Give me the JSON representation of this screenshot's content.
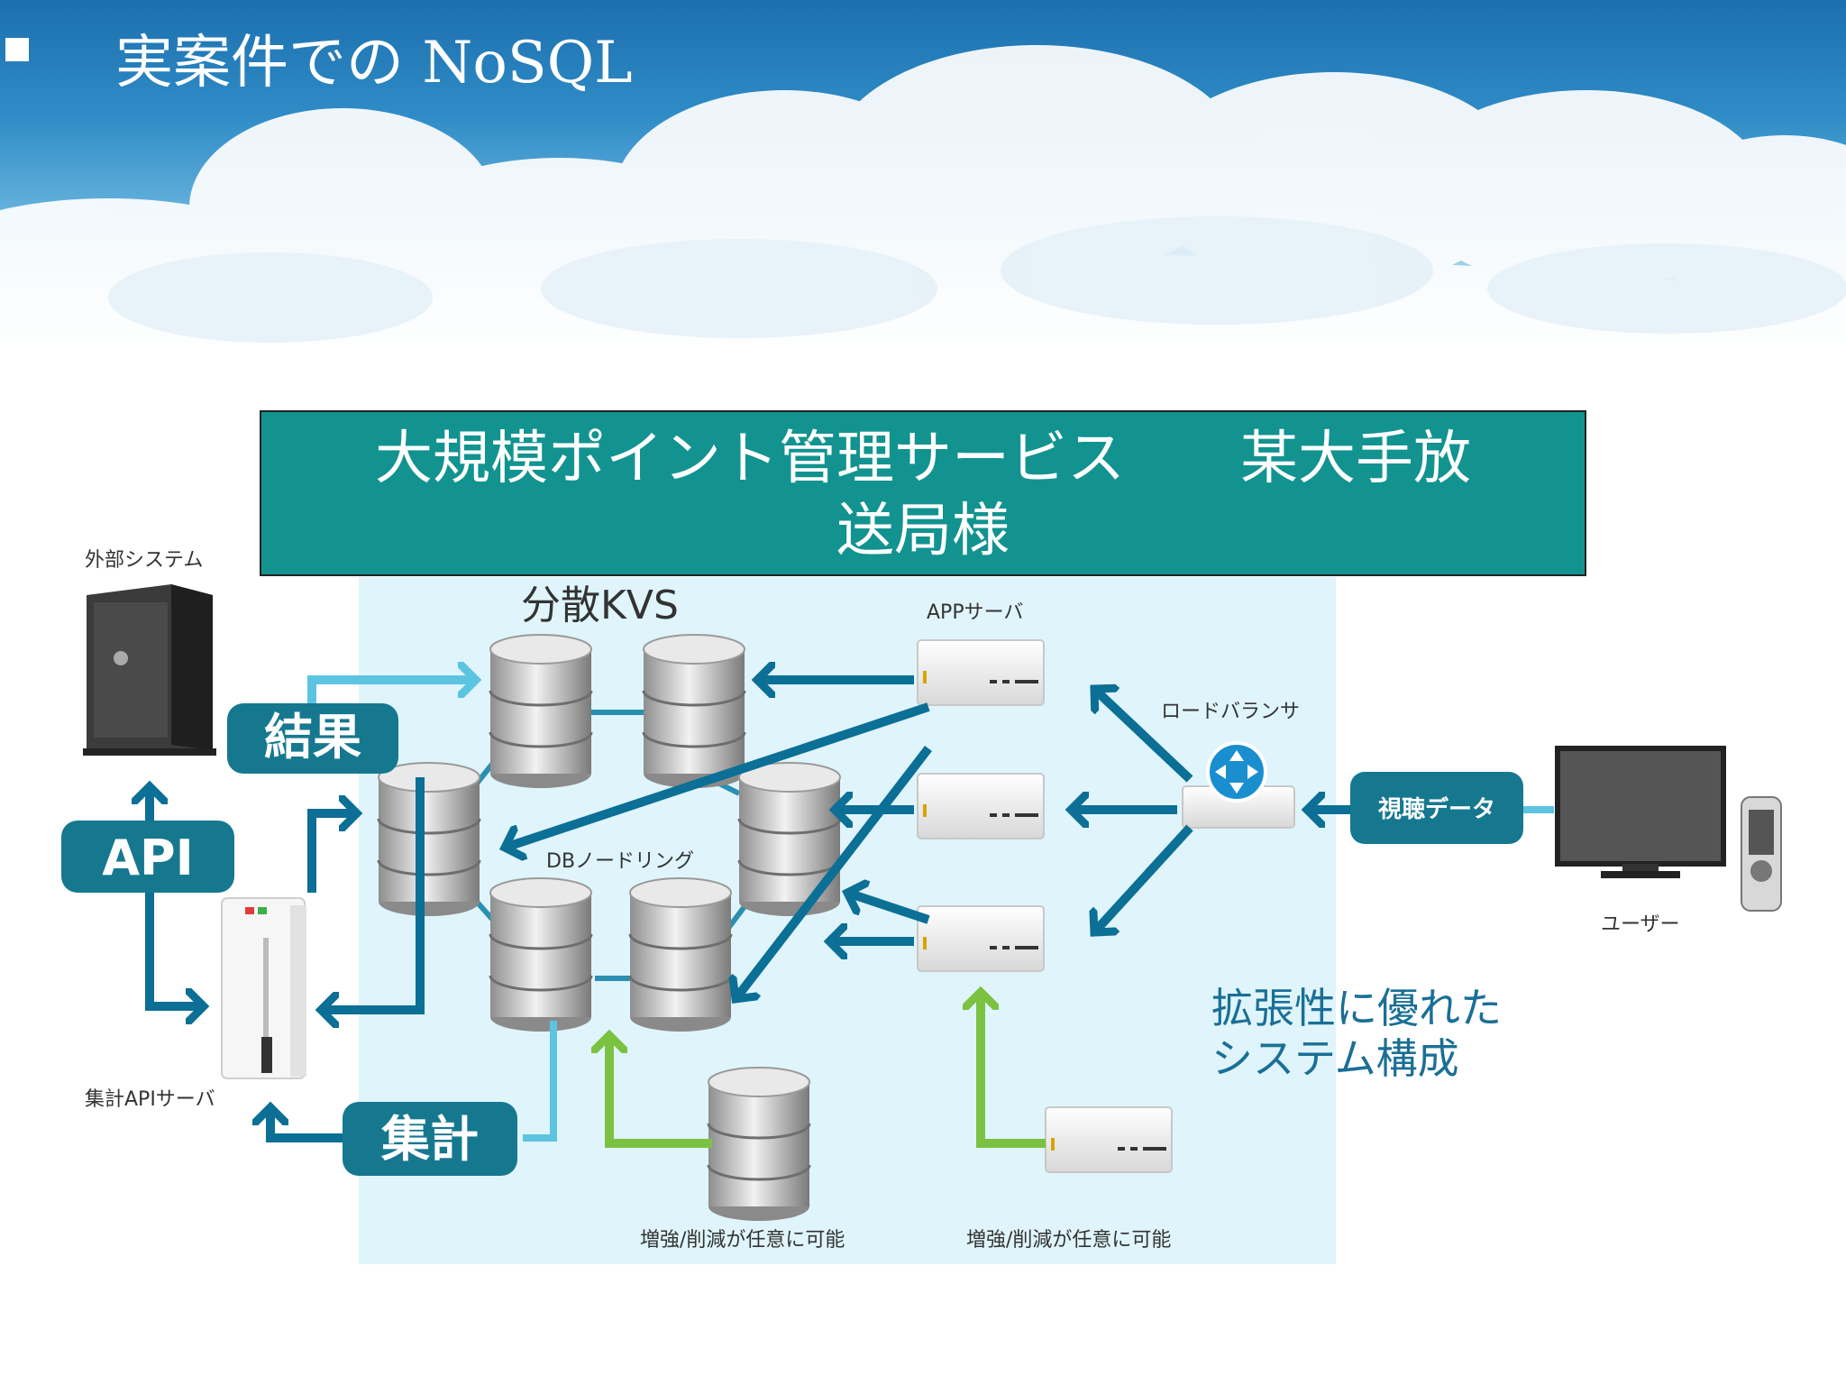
{
  "slide": {
    "title": "実案件での NoSQL"
  },
  "banner": {
    "line1": "大規模ポイント管理サービス　　某大手放",
    "line2": "送局様"
  },
  "diagram": {
    "external_system_label": "外部システム",
    "result_label": "結果",
    "api_label": "API",
    "aggregate_api_server_label": "集計APIサーバ",
    "aggregate_label": "集計",
    "kvs_label": "分散KVS",
    "db_node_ring_label": "DBノードリング",
    "app_server_label": "APPサーバ",
    "load_balancer_label": "ロードバランサ",
    "viewing_data_label": "視聴データ",
    "user_label": "ユーザー",
    "scalable_line1": "拡張性に優れた",
    "scalable_line2": "システム構成",
    "scale_db_label": "増強/削減が任意に可能",
    "scale_app_label": "増強/削減が任意に可能",
    "colors": {
      "teal": "#16788f",
      "arrow": "#0c6f95",
      "light_arrow": "#5cc4e0",
      "green": "#7cc242",
      "kvs_bg": "#dff5fb",
      "banner": "#129390"
    }
  }
}
